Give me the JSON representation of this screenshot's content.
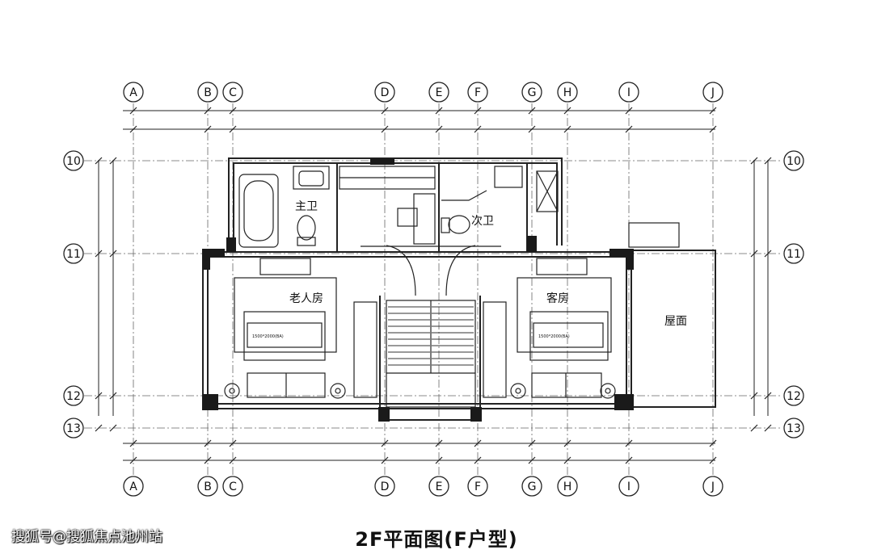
{
  "title": "2F平面图(F户型)",
  "watermark": "搜狐号@搜狐焦点池州站",
  "axes": {
    "columns": [
      "A",
      "B",
      "C",
      "D",
      "E",
      "F",
      "G",
      "H",
      "I",
      "J"
    ],
    "rows": [
      "10",
      "11",
      "12",
      "13"
    ]
  },
  "rooms": {
    "master_bath": "主卫",
    "second_bath": "次卫",
    "elderly_room": "老人房",
    "guest_room": "客房",
    "roof": "屋面"
  },
  "bed_size_label": "1500*2000(BA)",
  "colors": {
    "line": "#222222",
    "wall": "#1a1a1a",
    "background": "#ffffff"
  }
}
